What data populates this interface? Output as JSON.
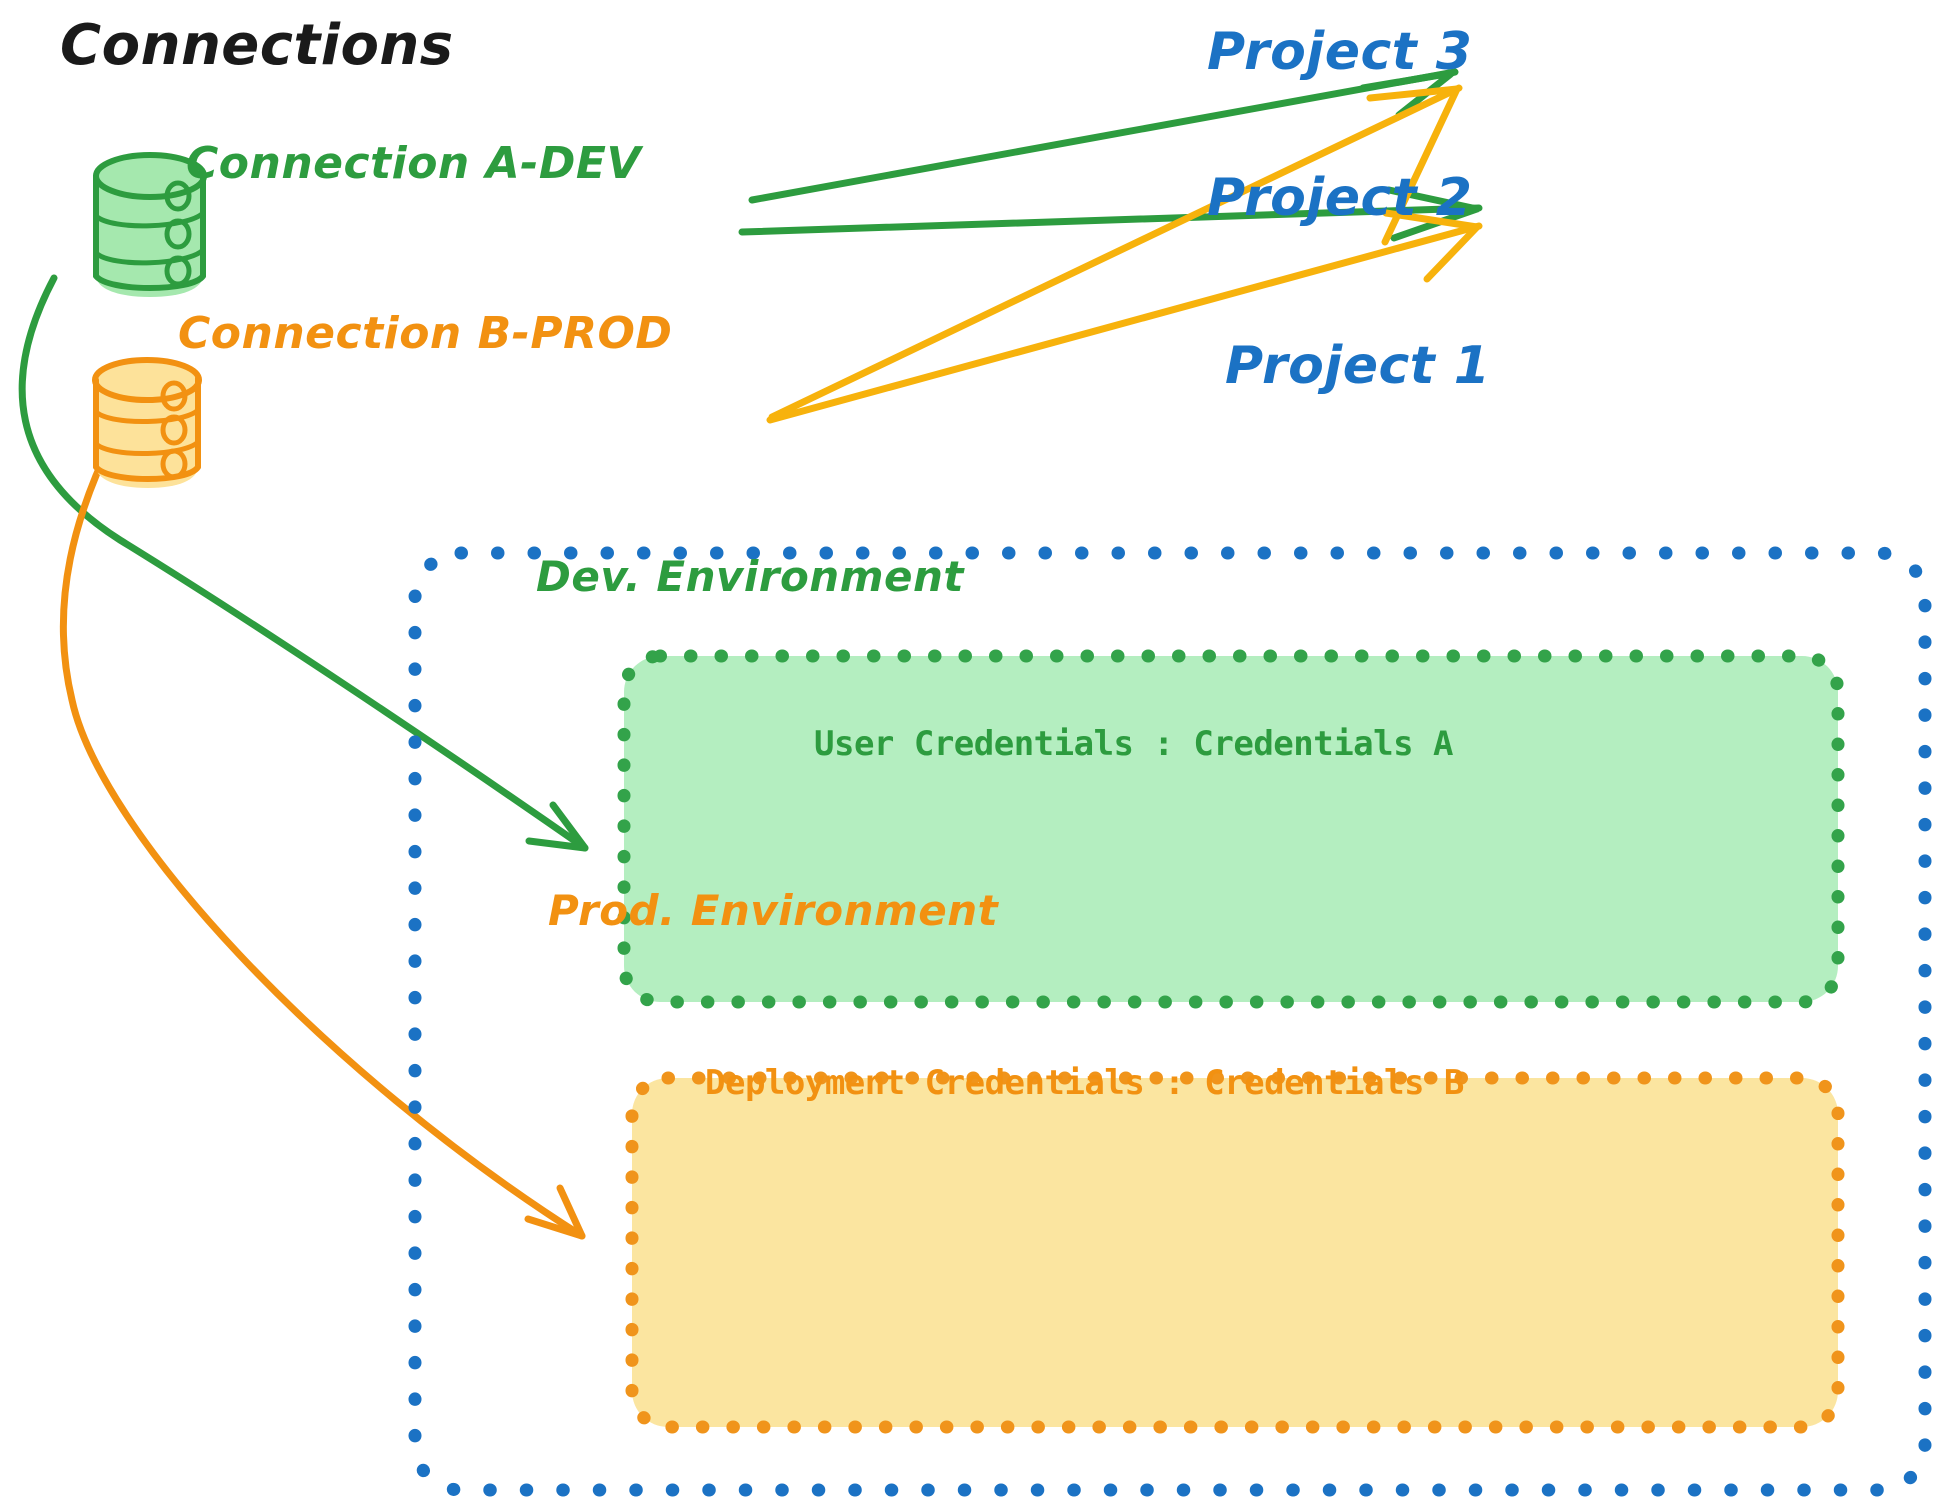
{
  "title": "Connections",
  "connections": [
    {
      "id": "connection-a-dev",
      "label": "Connection A-DEV",
      "color": "#2d9c3f",
      "fill": "#a5e8ae",
      "icon": "database-cylinder-icon"
    },
    {
      "id": "connection-b-prod",
      "label": "Connection B-PROD",
      "color": "#f29111",
      "fill": "#fde29a",
      "icon": "database-cylinder-icon"
    }
  ],
  "projects": [
    {
      "id": "project-3",
      "label": "Project 3",
      "color": "#1b72c4"
    },
    {
      "id": "project-2",
      "label": "Project 2",
      "color": "#1b72c4"
    },
    {
      "id": "project-1",
      "label": "Project 1",
      "color": "#1b72c4"
    }
  ],
  "project1_box": {
    "border_color": "#1b72c4",
    "environments": [
      {
        "id": "dev-environment",
        "title": "Dev. Environment",
        "credential_label": "User Credentials : Credentials A",
        "color": "#2d9c3f",
        "fill": "#b4eec0"
      },
      {
        "id": "prod-environment",
        "title": "Prod. Environment",
        "credential_label": "Deployment Credentials : Credentials B",
        "color": "#f29111",
        "fill": "#fbe5a0"
      }
    ]
  },
  "edges": [
    {
      "from": "connection-a-dev",
      "to": "project-3",
      "color": "#2d9c3f"
    },
    {
      "from": "connection-a-dev",
      "to": "project-2",
      "color": "#2d9c3f"
    },
    {
      "from": "connection-a-dev",
      "to": "dev-environment",
      "color": "#2d9c3f"
    },
    {
      "from": "connection-b-prod",
      "to": "project-3",
      "color": "#f7b20c"
    },
    {
      "from": "connection-b-prod",
      "to": "project-2",
      "color": "#f7b20c"
    },
    {
      "from": "connection-b-prod",
      "to": "prod-environment",
      "color": "#f29111"
    }
  ]
}
